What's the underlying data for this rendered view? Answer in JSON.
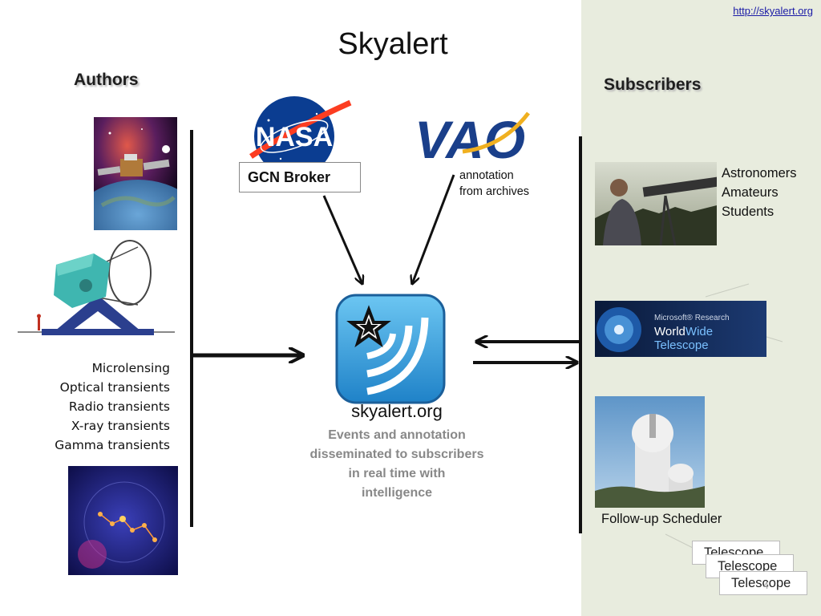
{
  "header": {
    "url": "http://skyalert.org",
    "title": "Skyalert"
  },
  "authors": {
    "heading": "Authors",
    "transients": [
      "Microlensing",
      "Optical transients",
      "Radio transients",
      "X-ray transients",
      "Gamma transients"
    ]
  },
  "sources": {
    "nasa_logo_text": "NASA",
    "gcn_broker": "GCN Broker",
    "vao_logo_text": "VAO",
    "annotation_line1": "annotation",
    "annotation_line2": "from archives"
  },
  "center": {
    "domain": "skyalert.org",
    "desc": [
      "Events and annotation",
      "disseminated to subscribers",
      "in real time with",
      "intelligence"
    ]
  },
  "subscribers": {
    "heading": "Subscribers",
    "audience": [
      "Astronomers",
      "Amateurs",
      "Students"
    ],
    "wwt_line1": "Microsoft® Research",
    "wwt_line2_a": "World",
    "wwt_line2_b": "Wide Telescope",
    "followup": "Follow-up Scheduler",
    "telescopes": [
      "Telescope",
      "Telescope",
      "Telescope"
    ]
  },
  "slide_number": "4",
  "colors": {
    "panel_bg": "#e8ecde",
    "link": "#1a1aa6",
    "desc_gray": "#888888",
    "icon_blue": "#2f9bd6"
  }
}
